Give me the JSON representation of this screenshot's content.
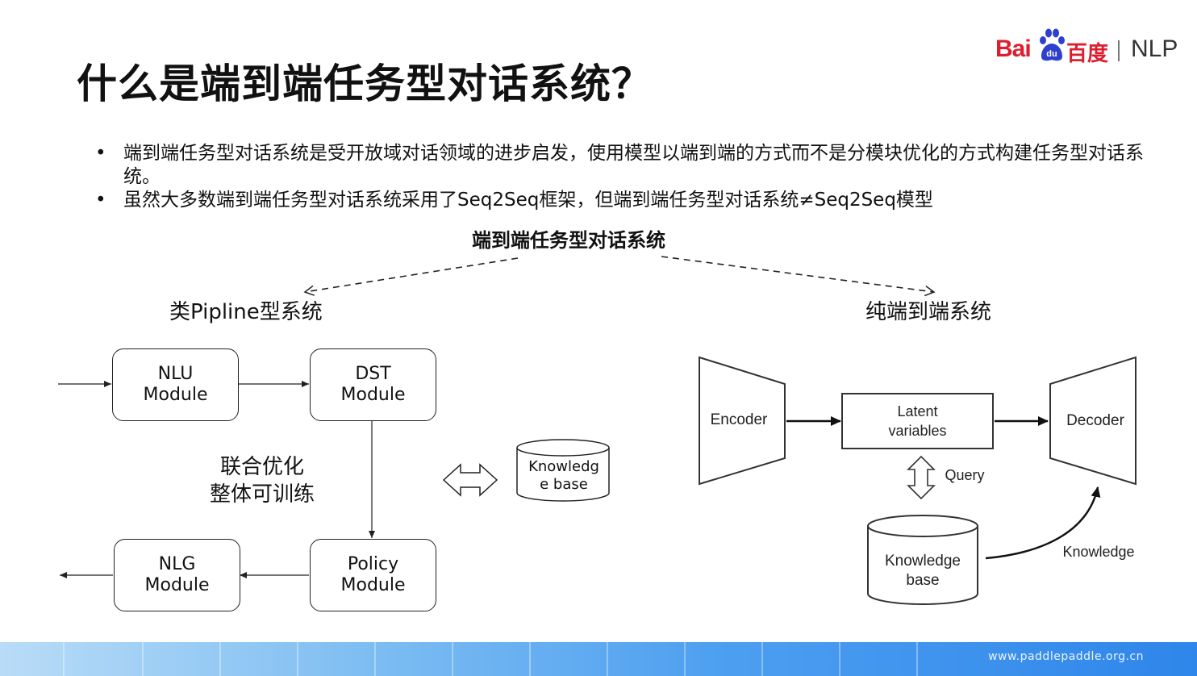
{
  "slide": {
    "title": "什么是端到端任务型对话系统？",
    "bullets": [
      "端到端任务型对话系统是受开放域对话领域的进步启发，使用模型以端到端的方式而不是分模块优化的方式构建任务型对话系统。",
      "虽然大多数端到端任务型对话系统采用了Seq2Seq框架，但端到端任务型对话系统≠Seq2Seq模型"
    ],
    "bullet_symbol": "•"
  },
  "logo": {
    "brand_latin": "Bai",
    "brand_cn": "百度",
    "product": "NLP",
    "paw_letters": "du"
  },
  "diagram": {
    "root_label": "端到端任务型对话系统",
    "left_title": "类Pipline型系统",
    "right_title": "纯端到端系统",
    "modules": {
      "nlu": [
        "NLU",
        "Module"
      ],
      "dst": [
        "DST",
        "Module"
      ],
      "nlg": [
        "NLG",
        "Module"
      ],
      "policy": [
        "Policy",
        "Module"
      ]
    },
    "joint_lines": [
      "联合优化",
      "整体可训练"
    ],
    "kb_small": [
      "Knowledg",
      "e base"
    ],
    "encoder": "Encoder",
    "latent": [
      "Latent",
      "variables"
    ],
    "decoder": "Decoder",
    "query": "Query",
    "kb_large": [
      "Knowledge",
      "base"
    ],
    "knowledge": "Knowledge"
  },
  "footer": {
    "url": "www.paddlepaddle.org.cn"
  },
  "colors": {
    "logo_red": "#de1e2e",
    "logo_blue": "#2f3fd0",
    "footer_blue": "#2f86ea"
  }
}
